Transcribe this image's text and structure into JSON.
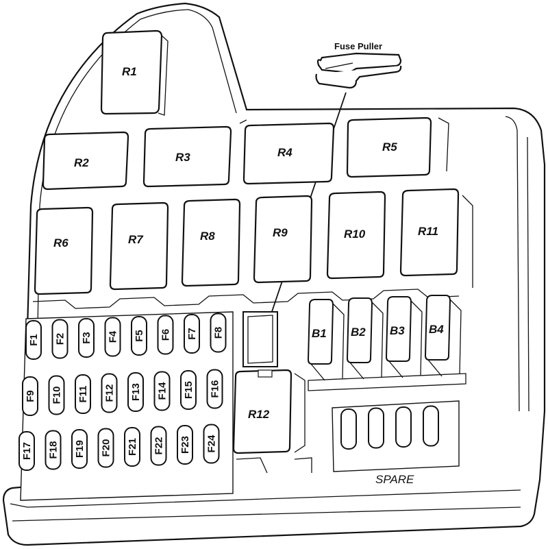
{
  "diagram": {
    "title": "Fuse Box Layout",
    "fuse_puller_label": "Fuse Puller",
    "spare_label": "SPARE",
    "relays": [
      {
        "id": "R1",
        "label": "R1"
      },
      {
        "id": "R2",
        "label": "R2"
      },
      {
        "id": "R3",
        "label": "R3"
      },
      {
        "id": "R4",
        "label": "R4"
      },
      {
        "id": "R5",
        "label": "R5"
      },
      {
        "id": "R6",
        "label": "R6"
      },
      {
        "id": "R7",
        "label": "R7"
      },
      {
        "id": "R8",
        "label": "R8"
      },
      {
        "id": "R9",
        "label": "R9"
      },
      {
        "id": "R10",
        "label": "R10"
      },
      {
        "id": "R11",
        "label": "R11"
      },
      {
        "id": "R12",
        "label": "R12"
      }
    ],
    "fuses": [
      {
        "label": "F1"
      },
      {
        "label": "F2"
      },
      {
        "label": "F3"
      },
      {
        "label": "F4"
      },
      {
        "label": "F5"
      },
      {
        "label": "F6"
      },
      {
        "label": "F7"
      },
      {
        "label": "F8"
      },
      {
        "label": "F9"
      },
      {
        "label": "F10"
      },
      {
        "label": "F11"
      },
      {
        "label": "F12"
      },
      {
        "label": "F13"
      },
      {
        "label": "F14"
      },
      {
        "label": "F15"
      },
      {
        "label": "F16"
      },
      {
        "label": "F17"
      },
      {
        "label": "F18"
      },
      {
        "label": "F19"
      },
      {
        "label": "F20"
      },
      {
        "label": "F21"
      },
      {
        "label": "F22"
      },
      {
        "label": "F23"
      },
      {
        "label": "F24"
      }
    ],
    "blade_fuses": [
      {
        "label": "B1"
      },
      {
        "label": "B2"
      },
      {
        "label": "B3"
      },
      {
        "label": "B4"
      }
    ],
    "spare_slot_count": 4
  }
}
